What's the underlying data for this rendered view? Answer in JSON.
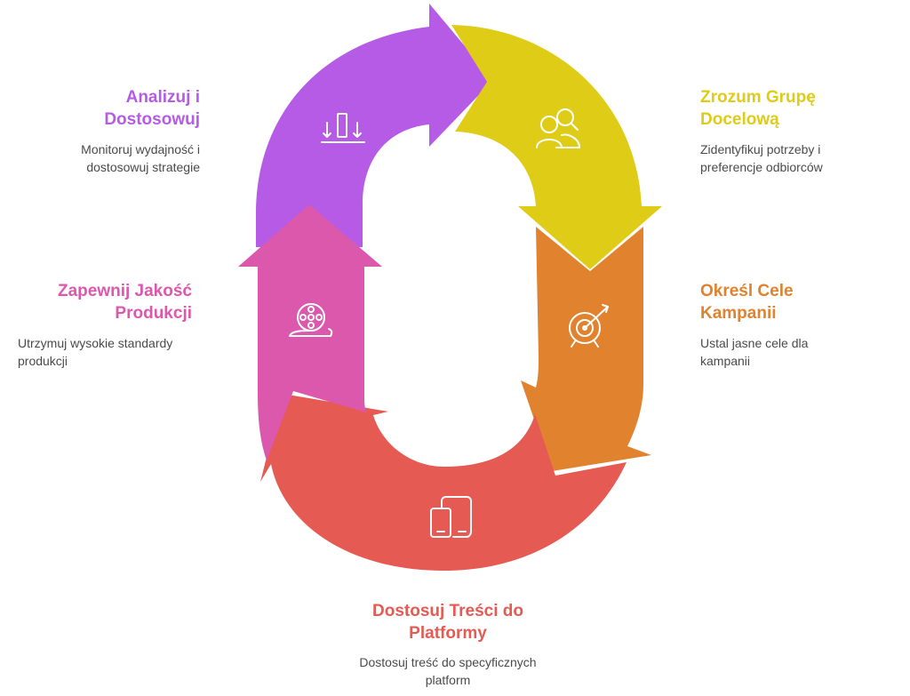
{
  "colors": {
    "analyze": "#b55be6",
    "audience": "#dfcc17",
    "goals": "#e0822e",
    "adapt": "#e55a53",
    "quality": "#dc58ad"
  },
  "steps": [
    {
      "id": "audience",
      "title": "Zrozum Grupę Docelową",
      "description": "Zidentyfikuj potrzeby i preferencje odbiorców",
      "icon": "audience-icon"
    },
    {
      "id": "goals",
      "title": "Określ Cele Kampanii",
      "description": "Ustal jasne cele dla kampanii",
      "icon": "target-icon"
    },
    {
      "id": "adapt",
      "title": "Dostosuj Treści do Platformy",
      "description": "Dostosuj treść do specyficznych platform",
      "icon": "devices-icon"
    },
    {
      "id": "quality",
      "title": "Zapewnij Jakość Produkcji",
      "description": "Utrzymuj wysokie standardy produkcji",
      "icon": "film-reel-icon"
    },
    {
      "id": "analyze",
      "title": "Analizuj i Dostosowuj",
      "description": "Monitoruj wydajność i dostosowuj strategie",
      "icon": "bar-chart-icon"
    }
  ]
}
